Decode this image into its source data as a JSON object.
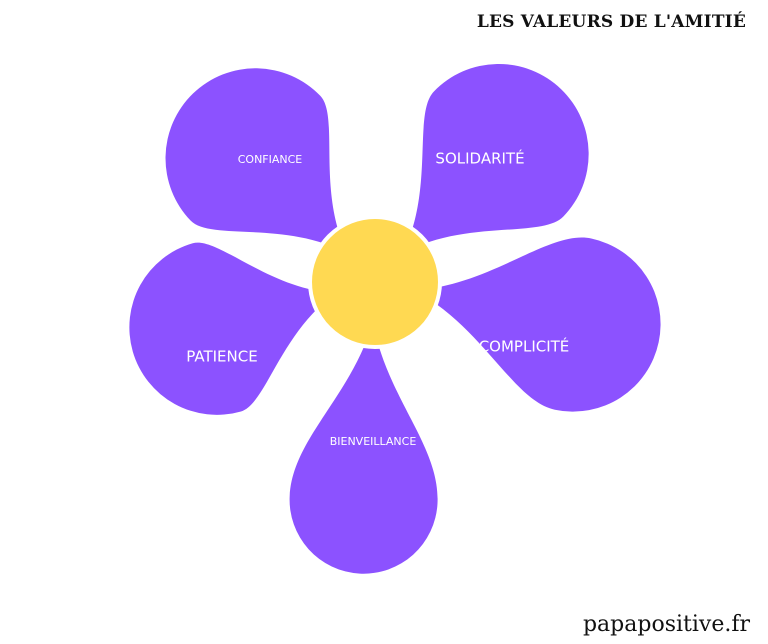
{
  "title": "LES VALEURS DE L'AMITIÉ",
  "website": "papapositive.fr",
  "colors": {
    "petal": "#8c52ff",
    "center": "#ffd952",
    "text": "#ffffff"
  },
  "petals": [
    {
      "label": "CONFIANCE"
    },
    {
      "label": "SOLIDARITÉ"
    },
    {
      "label": "PATIENCE"
    },
    {
      "label": "COMPLICITÉ"
    },
    {
      "label": "BIENVEILLANCE"
    }
  ]
}
